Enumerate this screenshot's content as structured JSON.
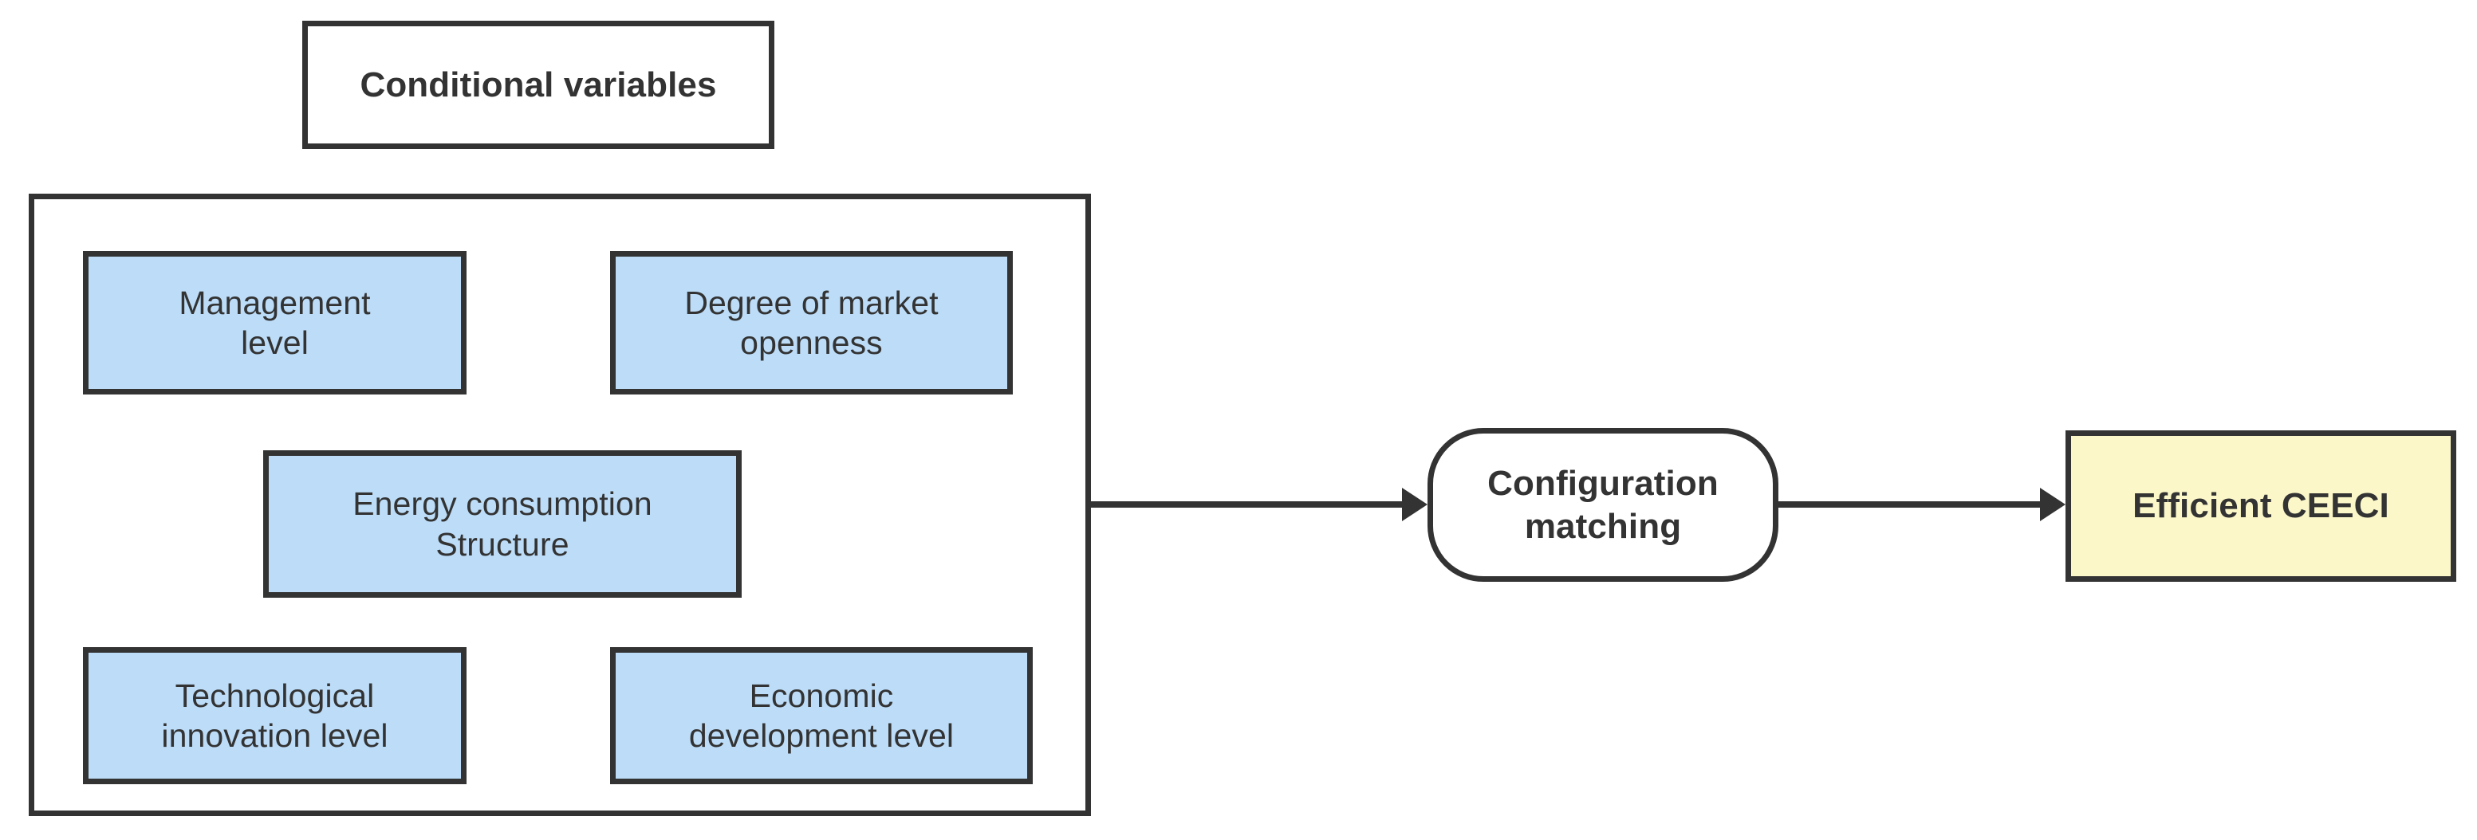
{
  "diagram": {
    "title_box": {
      "label": "Conditional variables"
    },
    "group_container": {
      "name": "conditional-variables-group"
    },
    "conditions": [
      {
        "label": "Management\nlevel"
      },
      {
        "label": "Degree of market\nopenness"
      },
      {
        "label": "Energy consumption\nStructure"
      },
      {
        "label": "Technological\ninnovation level"
      },
      {
        "label": "Economic\ndevelopment level"
      }
    ],
    "process": {
      "label": "Configuration\nmatching"
    },
    "outcome": {
      "label": "Efficient CEECI"
    },
    "arrows": [
      {
        "name": "arrow-conditions-to-configuration"
      },
      {
        "name": "arrow-configuration-to-outcome"
      }
    ],
    "colors": {
      "condition_fill": "#bcdcf8",
      "outcome_fill": "#fbf7c9",
      "stroke": "#333333",
      "background": "#ffffff",
      "text": "#333333"
    }
  }
}
